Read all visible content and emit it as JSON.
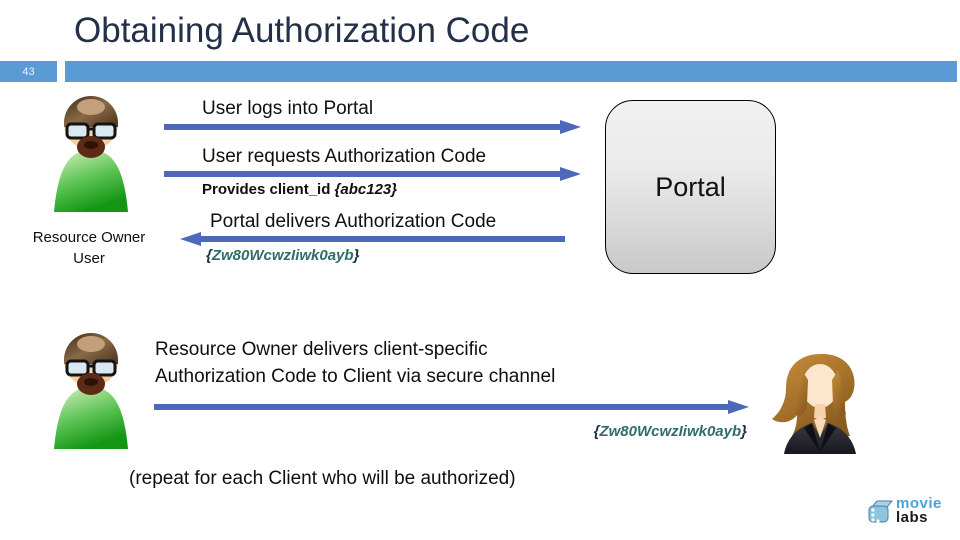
{
  "slide": {
    "title": "Obtaining Authorization Code",
    "page_number": "43"
  },
  "actors": {
    "resource_owner": {
      "name_line1": "Resource Owner",
      "name_line2": "User"
    },
    "portal": {
      "label": "Portal"
    }
  },
  "flow": {
    "step1": "User logs into Portal",
    "step2": "User requests Authorization Code",
    "step2_note_text": "Provides client_id ",
    "step2_note_code": "{abc123}",
    "step3": "Portal delivers Authorization Code",
    "code_open": "{",
    "code_value": "Zw80WcwzIiwk0ayb",
    "code_close": "}"
  },
  "bottom": {
    "line1": "Resource Owner delivers client-specific",
    "line2": "Authorization Code to Client via secure channel",
    "repeat_note": "(repeat for each Client who will be authorized)"
  },
  "logo": {
    "part1": "movie",
    "part2": "labs"
  },
  "colors": {
    "header_bar": "#5b9bd5",
    "title": "#233047",
    "arrow": "#4d68ba",
    "code": "#2f6e68"
  }
}
